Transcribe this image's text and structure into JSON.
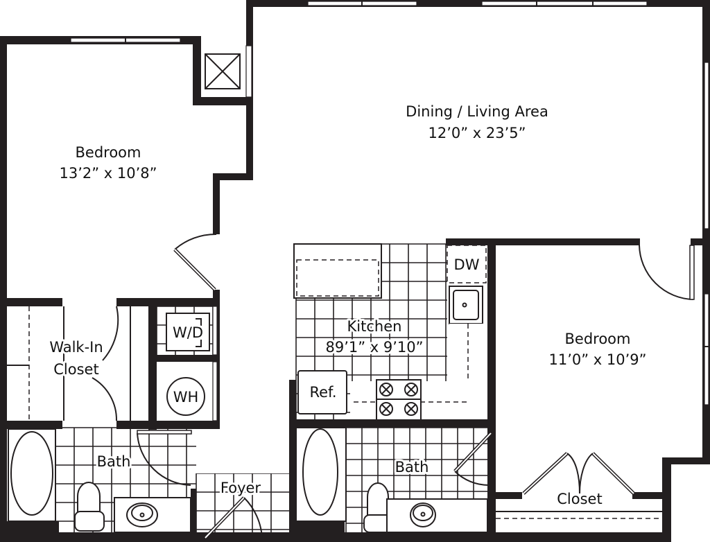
{
  "plan": {
    "colors": {
      "wall": "#231f20",
      "background": "#ffffff"
    },
    "rooms": [
      {
        "id": "bedroom-1",
        "name": "Bedroom",
        "dimensions": "13’2” x 10’8”"
      },
      {
        "id": "dining-living",
        "name": "Dining / Living Area",
        "dimensions": "12’0” x 23’5”"
      },
      {
        "id": "kitchen",
        "name": "Kitchen",
        "dimensions": "89’1” x 9’10”"
      },
      {
        "id": "bedroom-2",
        "name": "Bedroom",
        "dimensions": "11’0” x 10’9”"
      },
      {
        "id": "walk-in-closet",
        "name_line1": "Walk-In",
        "name_line2": "Closet"
      },
      {
        "id": "bath-1",
        "name": "Bath"
      },
      {
        "id": "bath-2",
        "name": "Bath"
      },
      {
        "id": "foyer",
        "name": "Foyer"
      },
      {
        "id": "closet",
        "name": "Closet"
      }
    ],
    "fixtures": {
      "washer_dryer": "W/D",
      "water_heater": "WH",
      "dishwasher": "DW",
      "refrigerator": "Ref."
    }
  }
}
